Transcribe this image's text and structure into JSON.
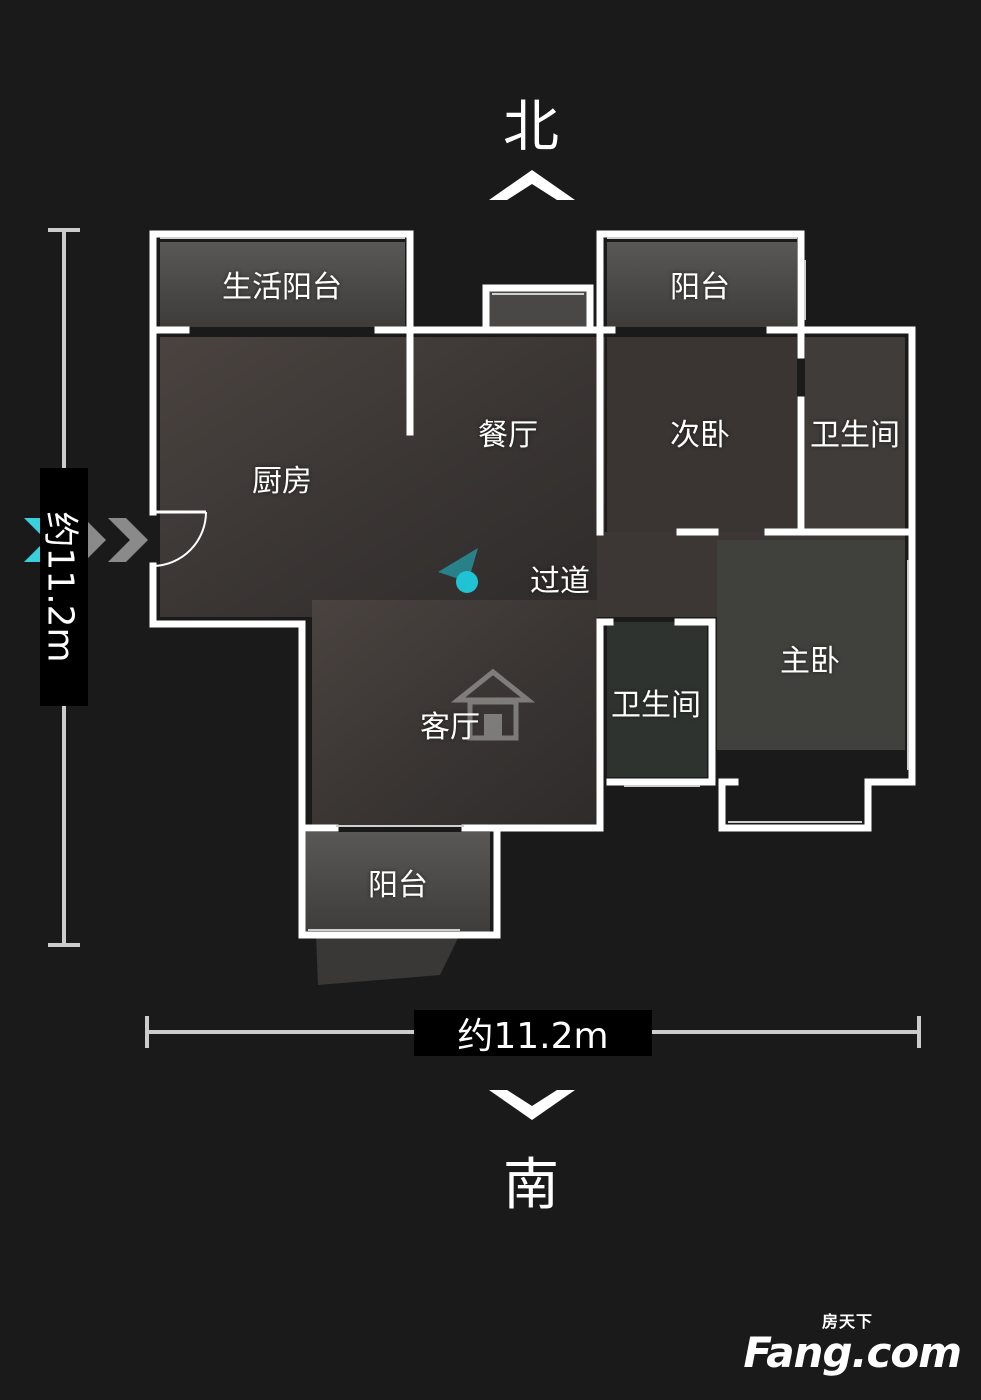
{
  "compass": {
    "north": "北",
    "south": "南"
  },
  "rooms": {
    "utility_balcony": "生活阳台",
    "north_balcony": "阳台",
    "kitchen": "厨房",
    "dining": "餐厅",
    "second_bedroom": "次卧",
    "bathroom_1": "卫生间",
    "hallway": "过道",
    "master_bedroom": "主卧",
    "living_room": "客厅",
    "bathroom_2": "卫生间",
    "south_balcony": "阳台"
  },
  "dimensions": {
    "width": "约11.2m",
    "depth": "约11.2m"
  },
  "watermark": {
    "top": "房天下",
    "main": "Fang.com"
  },
  "colors": {
    "background": "#1a1a1a",
    "wall": "#ffffff",
    "position_marker": "#1fc3d3",
    "entrance_arrow_active": "#3ad0dc",
    "entrance_arrow_inactive": "#8a8a8a"
  }
}
